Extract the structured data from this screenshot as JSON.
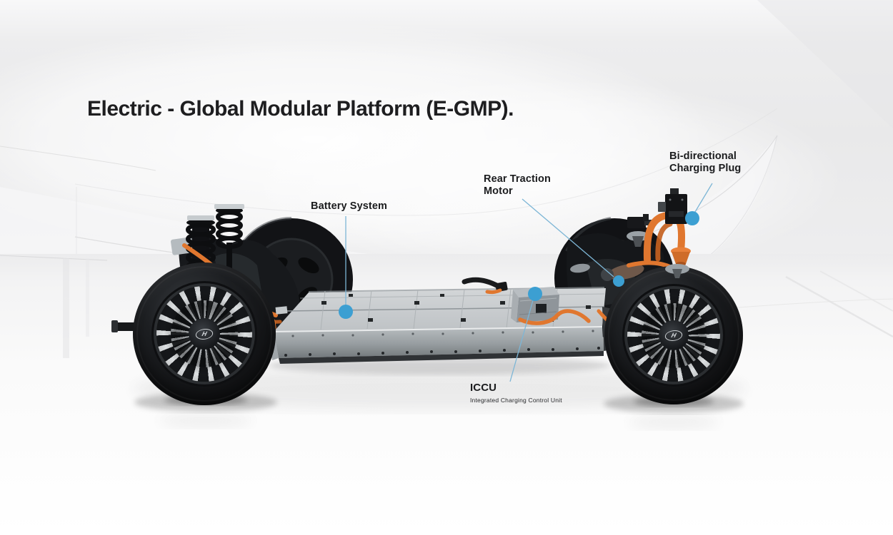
{
  "title": "Electric - Global Modular Platform (E-GMP).",
  "callouts": {
    "battery": {
      "label": "Battery System"
    },
    "rear_motor": {
      "line1": "Rear Traction",
      "line2": "Motor"
    },
    "charging_plug": {
      "line1": "Bi-directional",
      "line2": "Charging Plug"
    },
    "iccu": {
      "label": "ICCU",
      "sublabel": "Integrated Charging Control Unit"
    }
  },
  "colors": {
    "callout_dot": "#3C9FD2",
    "leader_line": "#7DB6D6",
    "cable_orange": "#E0772F",
    "title_text": "#1E1E20"
  },
  "icons": {
    "wheel_hub_logo": "hyundai-logo",
    "wheel_hub_logo_glyph": "H"
  }
}
